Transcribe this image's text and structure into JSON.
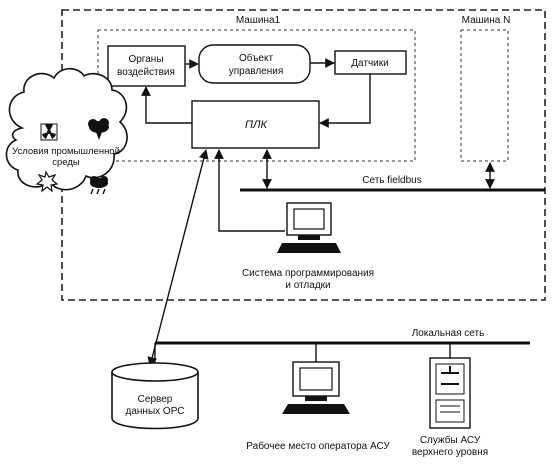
{
  "machines": {
    "machine1_label": "Машина1",
    "machineN_label": "Машина N"
  },
  "blocks": {
    "actuators_line1": "Органы",
    "actuators_line2": "воздействия",
    "object_line1": "Объект",
    "object_line2": "управления",
    "sensors": "Датчики",
    "plc": "ПЛК"
  },
  "conditions": {
    "line1": "Условия промышленной",
    "line2": "среды"
  },
  "networks": {
    "fieldbus": "Сеть fieldbus",
    "local": "Локальная сеть"
  },
  "nodes": {
    "programming_line1": "Система программирования",
    "programming_line2": "и отладки",
    "opc_line1": "Сервер",
    "opc_line2": "данных ОРС",
    "operator": "Рабочее место оператора АСУ",
    "services_line1": "Службы АСУ",
    "services_line2": "верхнего уровня"
  }
}
